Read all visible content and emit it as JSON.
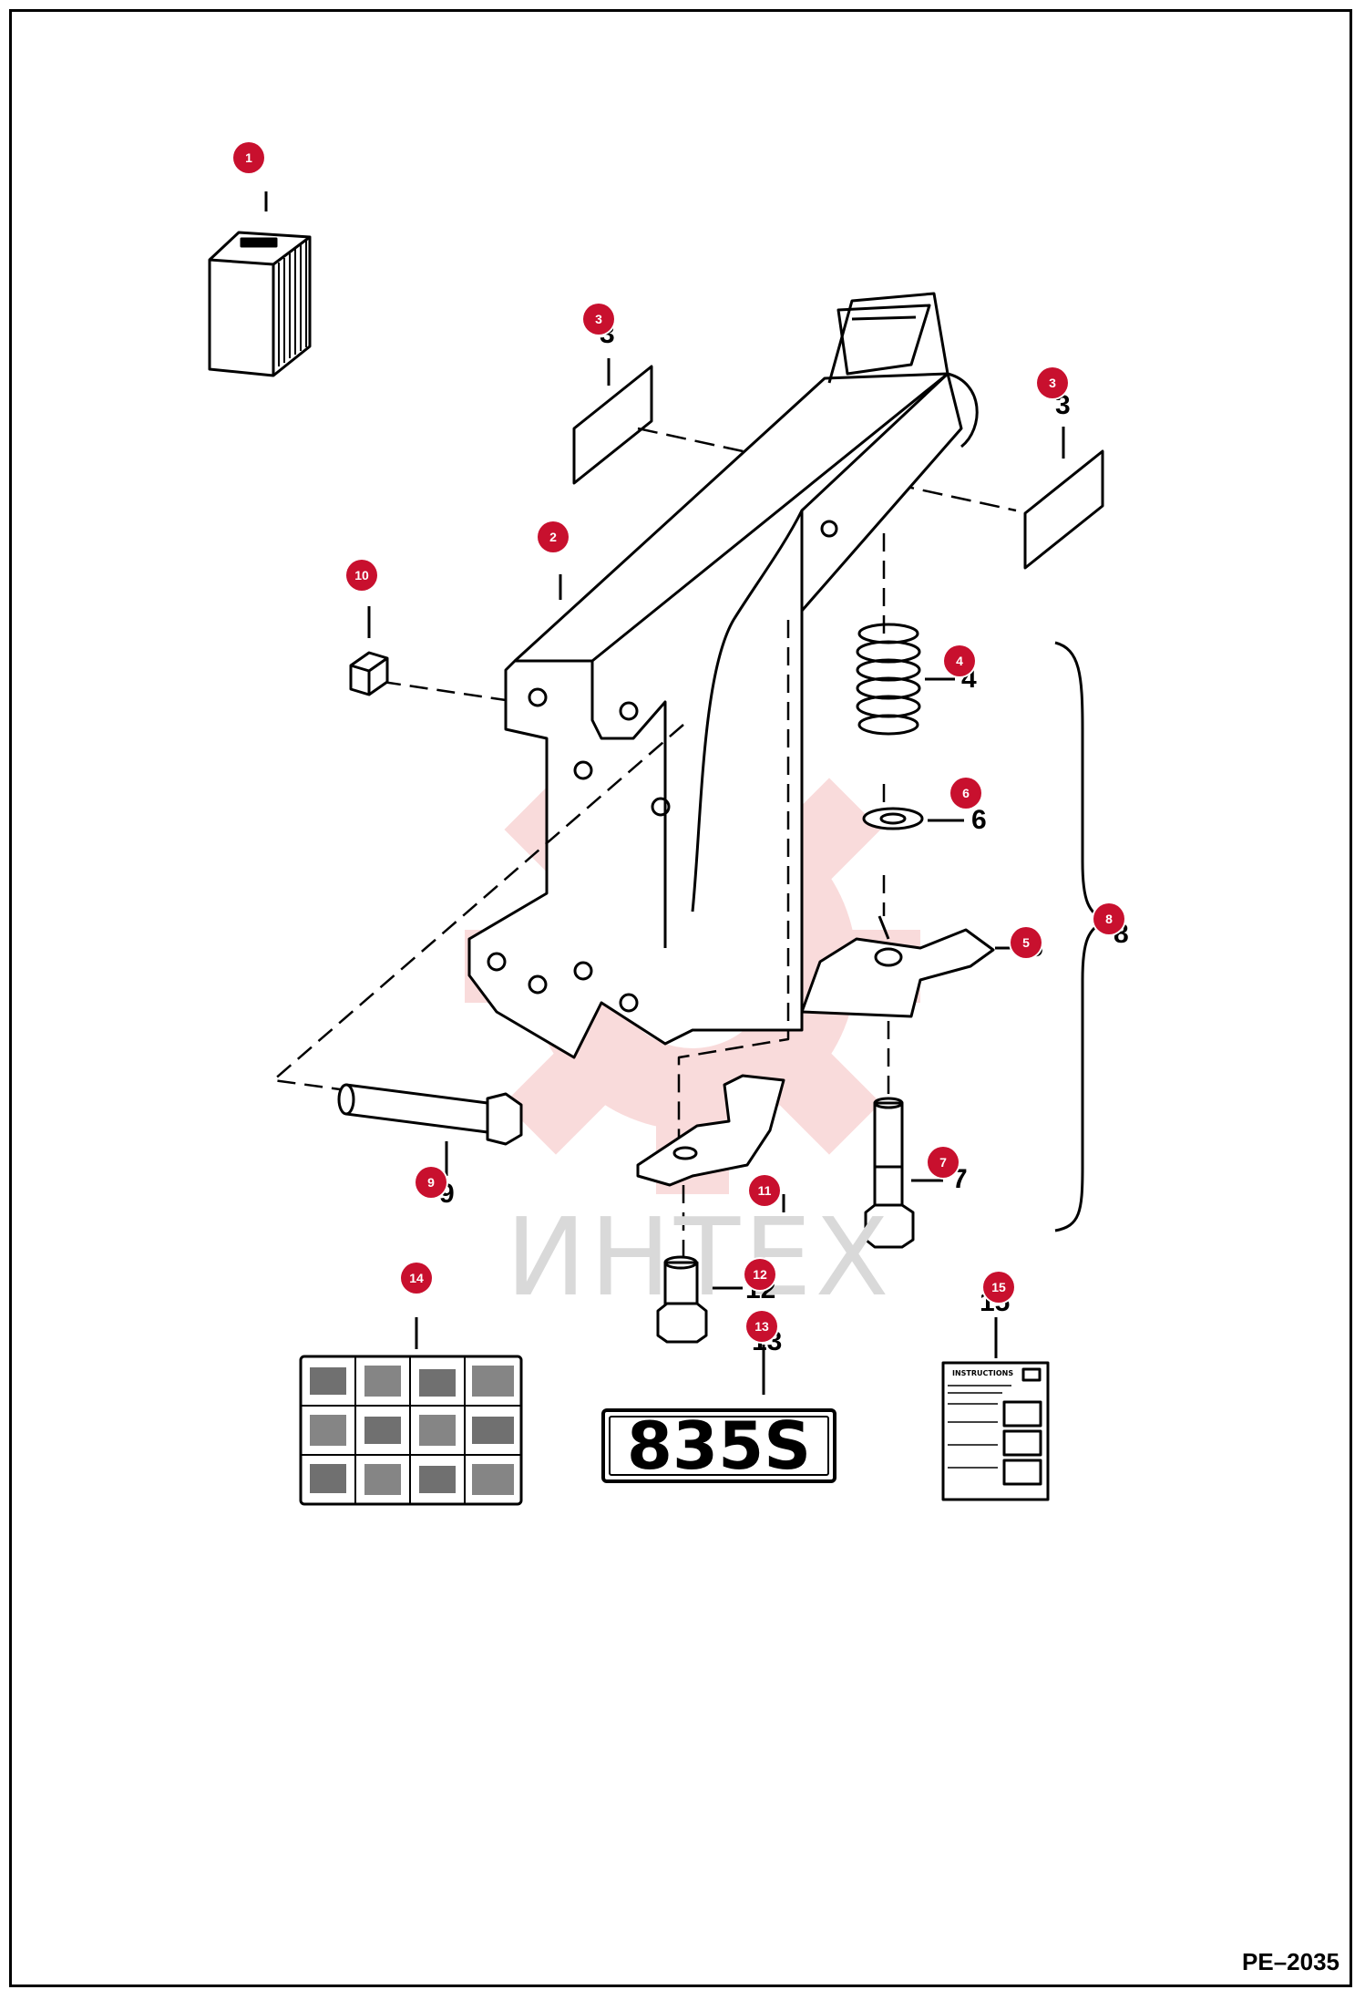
{
  "diagram": {
    "watermark": "ИНТЕХ",
    "page_code": "PE–2035",
    "decal_model": "835S",
    "manual_title": "INSTRUCTIONS",
    "part_labels": [
      {
        "id": "3a",
        "text": "3"
      },
      {
        "id": "4",
        "text": "4"
      },
      {
        "id": "6",
        "text": "6"
      },
      {
        "id": "8",
        "text": "8"
      },
      {
        "id": "5",
        "text": "5"
      },
      {
        "id": "7",
        "text": "7"
      },
      {
        "id": "9",
        "text": "9"
      },
      {
        "id": "12",
        "text": "12"
      },
      {
        "id": "13",
        "text": "13"
      },
      {
        "id": "15",
        "text": "15"
      }
    ],
    "callouts": [
      "1",
      "3",
      "3",
      "2",
      "10",
      "4",
      "6",
      "5",
      "8",
      "7",
      "9",
      "11",
      "14",
      "12",
      "13",
      "15"
    ],
    "colors": {
      "callout": "#c8102e",
      "line": "#000000",
      "watermark_gear": "#f3c8c8"
    }
  }
}
